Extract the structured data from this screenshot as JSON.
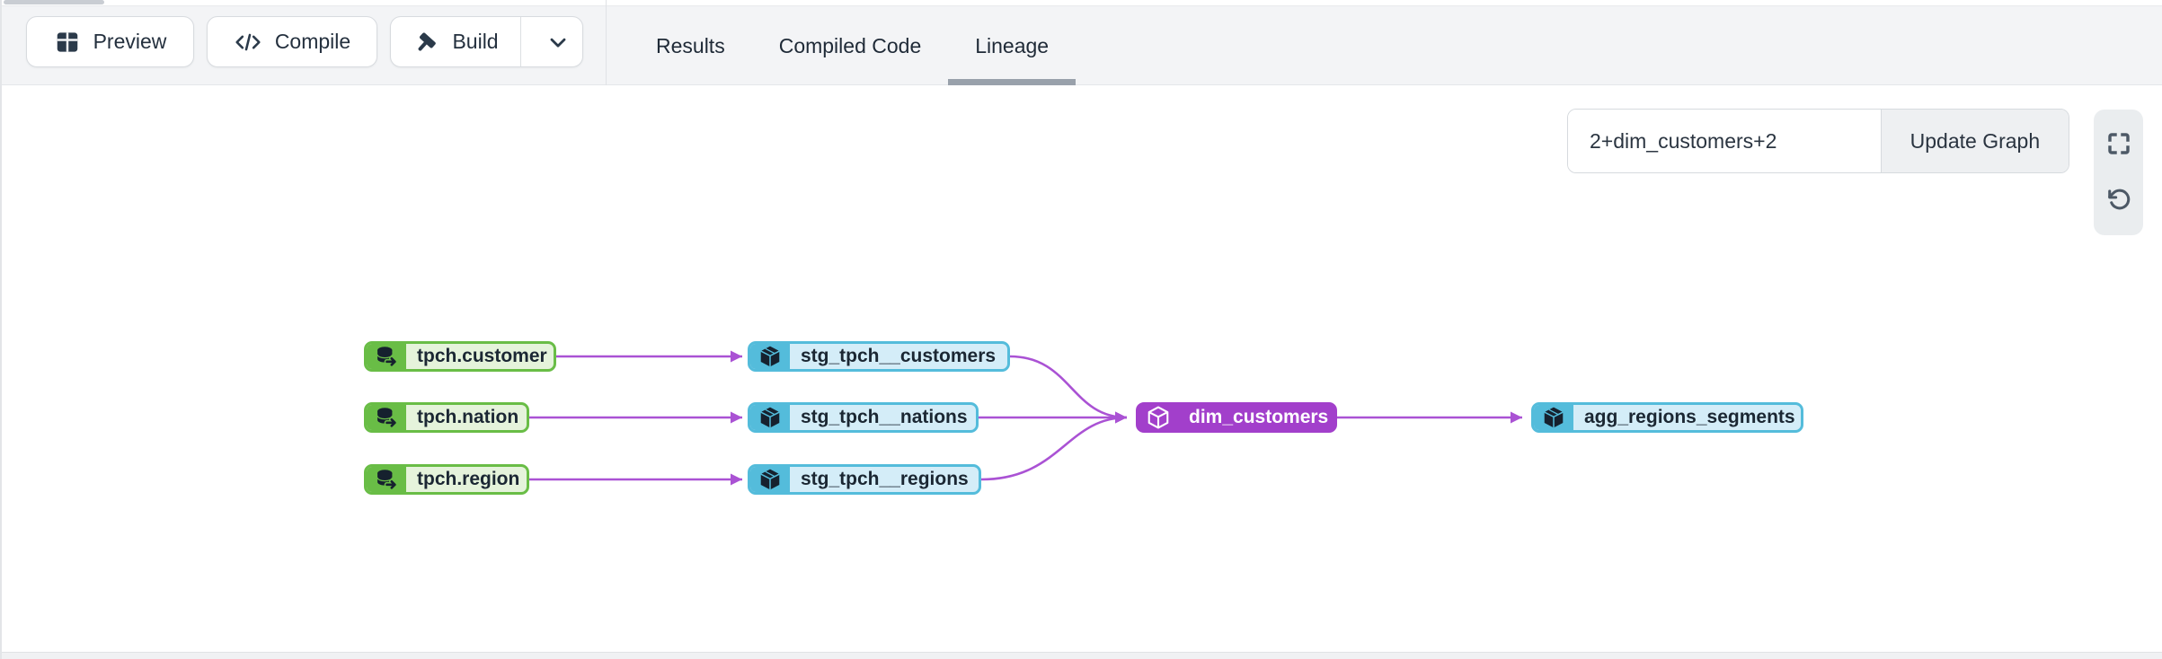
{
  "toolbar": {
    "buttons": [
      {
        "label": "Preview",
        "icon": "table-icon"
      },
      {
        "label": "Compile",
        "icon": "code-icon"
      },
      {
        "label": "Build",
        "icon": "hammer-icon",
        "has_dropdown": true
      }
    ],
    "tabs": [
      {
        "label": "Results",
        "active": false
      },
      {
        "label": "Compiled Code",
        "active": false
      },
      {
        "label": "Lineage",
        "active": true
      }
    ]
  },
  "lineage": {
    "selector_input": {
      "value": "2+dim_customers+2"
    },
    "update_button_label": "Update Graph",
    "view_controls": [
      "fullscreen-icon",
      "rotate-ccw-icon"
    ],
    "nodes": [
      {
        "id": "tpch.customer",
        "label": "tpch.customer",
        "type": "source",
        "icon": "database-source-icon"
      },
      {
        "id": "tpch.nation",
        "label": "tpch.nation",
        "type": "source",
        "icon": "database-source-icon"
      },
      {
        "id": "tpch.region",
        "label": "tpch.region",
        "type": "source",
        "icon": "database-source-icon"
      },
      {
        "id": "stg_tpch__customers",
        "label": "stg_tpch__customers",
        "type": "model",
        "icon": "cube-model-icon"
      },
      {
        "id": "stg_tpch__nations",
        "label": "stg_tpch__nations",
        "type": "model",
        "icon": "cube-model-icon"
      },
      {
        "id": "stg_tpch__regions",
        "label": "stg_tpch__regions",
        "type": "model",
        "icon": "cube-model-icon"
      },
      {
        "id": "dim_customers",
        "label": "dim_customers",
        "type": "model-selected",
        "icon": "cube-model-icon"
      },
      {
        "id": "agg_regions_segments",
        "label": "agg_regions_segments",
        "type": "model",
        "icon": "cube-model-icon"
      }
    ],
    "edges": [
      {
        "from": "tpch.customer",
        "to": "stg_tpch__customers"
      },
      {
        "from": "tpch.nation",
        "to": "stg_tpch__nations"
      },
      {
        "from": "tpch.region",
        "to": "stg_tpch__regions"
      },
      {
        "from": "stg_tpch__customers",
        "to": "dim_customers"
      },
      {
        "from": "stg_tpch__nations",
        "to": "dim_customers"
      },
      {
        "from": "stg_tpch__regions",
        "to": "dim_customers"
      },
      {
        "from": "dim_customers",
        "to": "agg_regions_segments"
      }
    ]
  },
  "colors": {
    "source_green": "#69bd46",
    "source_green_light": "#e5f3db",
    "model_blue": "#54bcdb",
    "model_blue_light": "#d4edf8",
    "selected_purple": "#a23fcb",
    "edge_purple": "#aa52d4",
    "text_dark": "#1b2733",
    "toolbar_bg": "#f3f4f6",
    "tab_underline": "#99a1ab"
  }
}
